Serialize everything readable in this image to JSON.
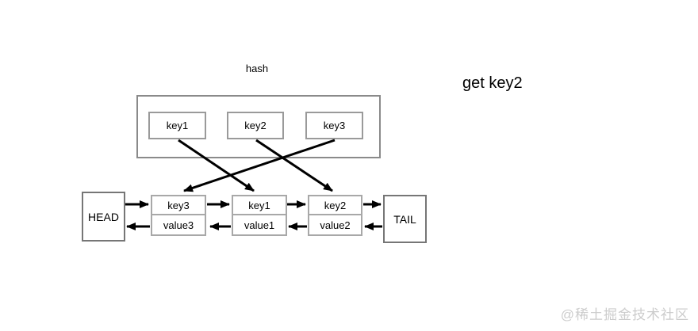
{
  "labels": {
    "hash": "hash",
    "operation": "get key2"
  },
  "hash_table": {
    "buckets": [
      "key1",
      "key2",
      "key3"
    ]
  },
  "linked_list": {
    "head": "HEAD",
    "tail": "TAIL",
    "nodes": [
      {
        "key": "key3",
        "value": "value3"
      },
      {
        "key": "key1",
        "value": "value1"
      },
      {
        "key": "key2",
        "value": "value2"
      }
    ]
  },
  "watermark": "@稀土掘金技术社区",
  "colors": {
    "background": "#ffffff",
    "arrow": "#000000",
    "container_border": "#8a8a8a",
    "bucket_border": "#9a9a9a",
    "node_border": "#a8a8a8",
    "endpoint_border": "#767676",
    "watermark_text": "#cccccc"
  }
}
